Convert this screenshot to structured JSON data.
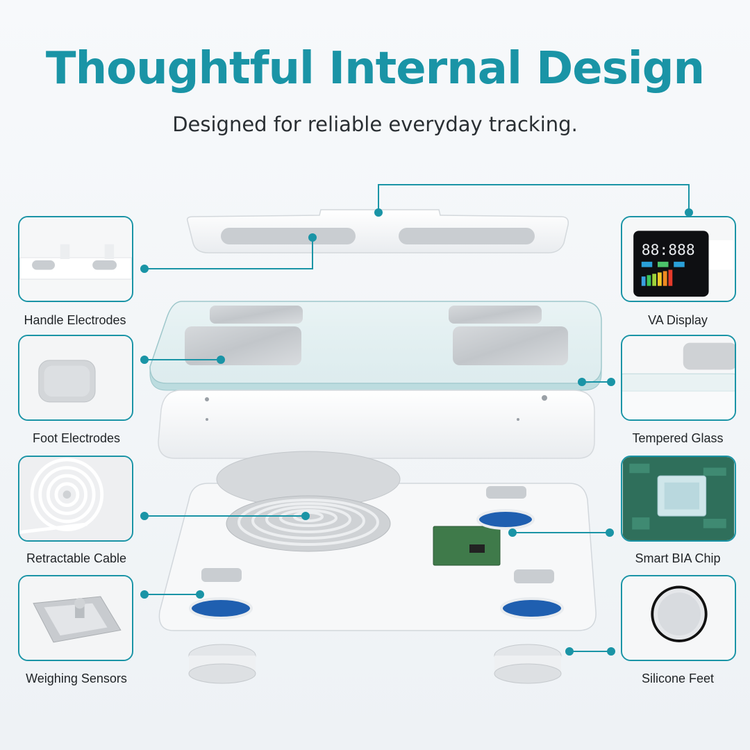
{
  "header": {
    "title": "Thoughtful Internal Design",
    "subtitle": "Designed for reliable everyday tracking."
  },
  "callouts": {
    "handle_electrodes": "Handle Electrodes",
    "foot_electrodes": "Foot Electrodes",
    "retractable_cable": "Retractable Cable",
    "weighing_sensors": "Weighing Sensors",
    "va_display": "VA Display",
    "tempered_glass": "Tempered Glass",
    "smart_bia_chip": "Smart BIA Chip",
    "silicone_feet": "Silicone Feet"
  },
  "display_readout": "88:888",
  "colors": {
    "accent": "#1a94a6",
    "electrode": "#c9cdd1",
    "sensor_blue": "#1f5fb0",
    "pcb_green": "#3f7a4a"
  }
}
